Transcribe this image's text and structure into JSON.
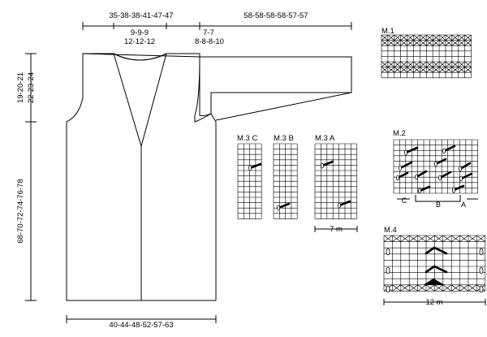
{
  "measurements": {
    "top_width": "35-38-38-41-47-47",
    "neck_1": "9-9-9",
    "neck_2": "12-12-12",
    "front_1": "7-7",
    "front_2": "8-8-8-10",
    "sleeve": "58-58-58-58-57-57",
    "armhole_1": "19-20-21",
    "armhole_2": "22-23-24",
    "length": "68-70-72-74-76-78",
    "bottom_width": "40-44-48-52-57-63"
  },
  "charts": {
    "m1": "M.1",
    "m2": "M.2",
    "m3c": "M.3 C",
    "m3b": "M.3 B",
    "m3a": "M.3 A",
    "m4": "M.4",
    "m2_c": "C",
    "m2_b": "B",
    "m2_a": "A",
    "m3a_width": "7 m",
    "m4_width": "12 m"
  }
}
